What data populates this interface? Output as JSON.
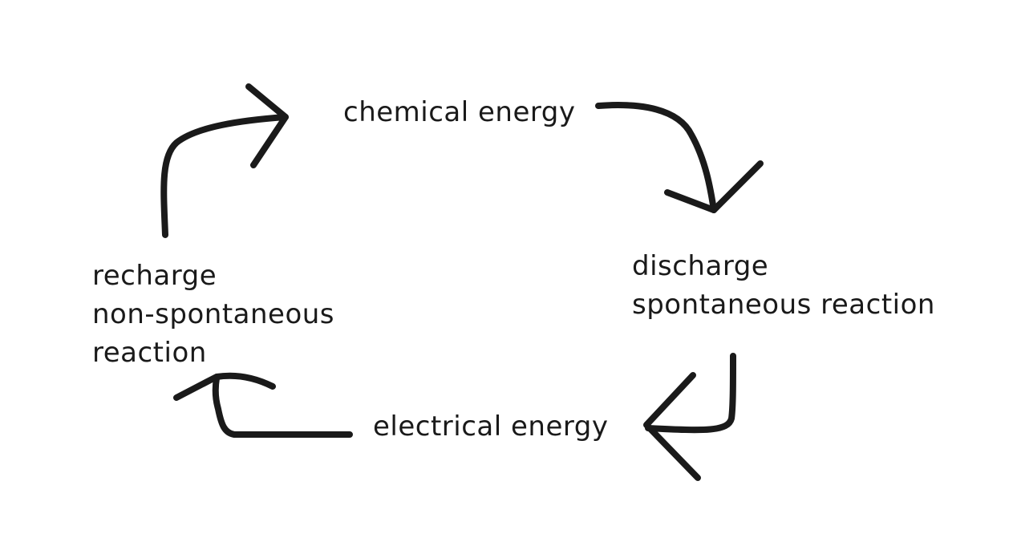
{
  "diagram": {
    "type": "cycle",
    "nodes": [
      {
        "id": "chemical",
        "lines": [
          "chemical energy"
        ]
      },
      {
        "id": "discharge",
        "lines": [
          "discharge",
          "spontaneous reaction"
        ]
      },
      {
        "id": "electrical",
        "lines": [
          "electrical energy"
        ]
      },
      {
        "id": "recharge",
        "lines": [
          "recharge",
          "non-spontaneous",
          "reaction"
        ]
      }
    ],
    "edges": [
      {
        "from": "chemical",
        "to": "discharge"
      },
      {
        "from": "discharge",
        "to": "electrical"
      },
      {
        "from": "electrical",
        "to": "recharge"
      },
      {
        "from": "recharge",
        "to": "chemical"
      }
    ],
    "colors": {
      "ink": "#1a1a1a",
      "background": "#ffffff"
    }
  }
}
